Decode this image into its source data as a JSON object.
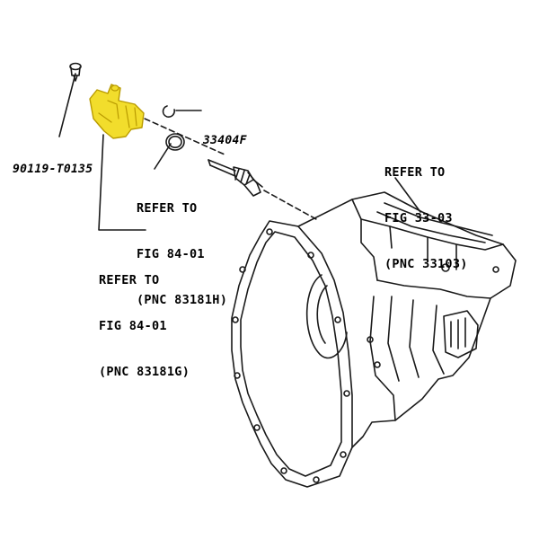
{
  "parts": {
    "bolt_part_no": "90119-T0135",
    "clip_part_no": "33404F"
  },
  "references": {
    "case_ref": [
      "REFER TO",
      "FIG 33-03",
      "(PNC 33103)"
    ],
    "gear_ref": [
      "REFER TO",
      "FIG 84-01",
      "(PNC 83181H)"
    ],
    "sensor_ref": [
      "REFER TO",
      "FIG 84-01",
      "(PNC 83181G)"
    ]
  },
  "colors": {
    "ink": "#1a1a1a",
    "highlight": "#f2dd2c",
    "highlight_edge": "#b99b00"
  }
}
